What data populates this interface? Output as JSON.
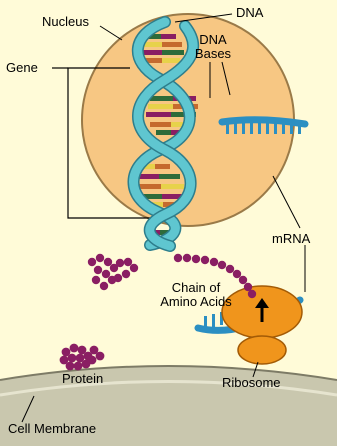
{
  "labels": {
    "nucleus": "Nucleus",
    "dna": "DNA",
    "dna_bases_line1": "DNA",
    "dna_bases_line2": "Bases",
    "gene": "Gene",
    "mrna": "mRNA",
    "chain_line1": "Chain of",
    "chain_line2": "Amino Acids",
    "protein": "Protein",
    "ribosome": "Ribosome",
    "cell_membrane": "Cell Membrane"
  },
  "colors": {
    "cytoplasm": "#FFFBD8",
    "nucleus": "#F7C783",
    "membrane": "#C9C7AE",
    "dna_strand": "#5FC6D0",
    "mrna": "#2B8FC2",
    "ribosome": "#F0951C",
    "amino_acid": "#8A1E63",
    "base_colors": [
      "#2E6B3A",
      "#E7D24A",
      "#8A1E63",
      "#C56A2E"
    ]
  }
}
